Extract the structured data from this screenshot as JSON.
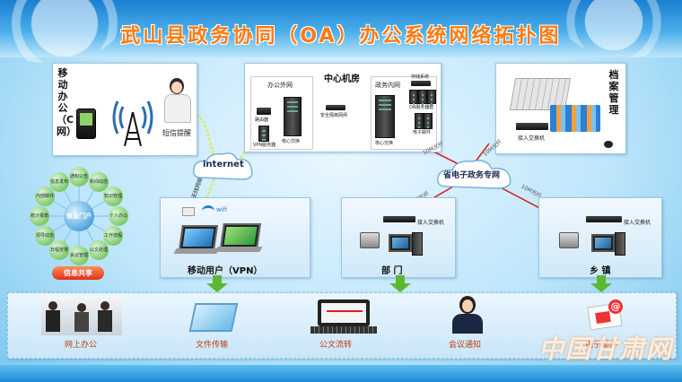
{
  "title": "武山县政务协同（OA）办公系统网络拓扑图",
  "mobile_office": {
    "label": "移动办公（C网）",
    "sms_label": "短信提醒"
  },
  "center_room": {
    "title": "中心机房",
    "office_external_net": "办公外网",
    "gov_internal_net": "政务内网",
    "router": "路由器",
    "vpn_server": "VPN服务器",
    "core_switch_1": "核心交换",
    "security_gateway": "安全隔离网闸",
    "core_switch_2": "核心交换",
    "storage": "存储系统",
    "oa_server": "OA服务器群",
    "email_server": "电子邮件"
  },
  "archive": {
    "title": "档案管理",
    "access_switch": "接入交换机"
  },
  "internet_cloud": "internet",
  "gov_cloud": "省电子政务专网",
  "fiber_links": [
    "50M光纤",
    "10M光纤",
    "10M光纤",
    "10M光纤"
  ],
  "info_portal": {
    "hub": "信息门户",
    "nodes": [
      "通知公告",
      "新闻动态",
      "知识管理",
      "个人办公",
      "工作流程",
      "公文处理",
      "会议管理",
      "日程安排",
      "领导动态",
      "统计报表",
      "内部邮件",
      "信息发布"
    ],
    "share_label": "信息共享"
  },
  "vpn_users": {
    "label": "移动用户（VPN）",
    "wifi": "wifi",
    "wireless": "无线网络"
  },
  "department": {
    "label": "部 门",
    "switch": "接入交换机"
  },
  "township": {
    "label": "乡 镇",
    "switch": "接入交换机"
  },
  "bottom_items": [
    {
      "label": "网上办公"
    },
    {
      "label": "文件传输"
    },
    {
      "label": "公文流转"
    },
    {
      "label": "会议通知"
    },
    {
      "label": "电子邮件"
    }
  ],
  "watermark": "中国甘肃网"
}
